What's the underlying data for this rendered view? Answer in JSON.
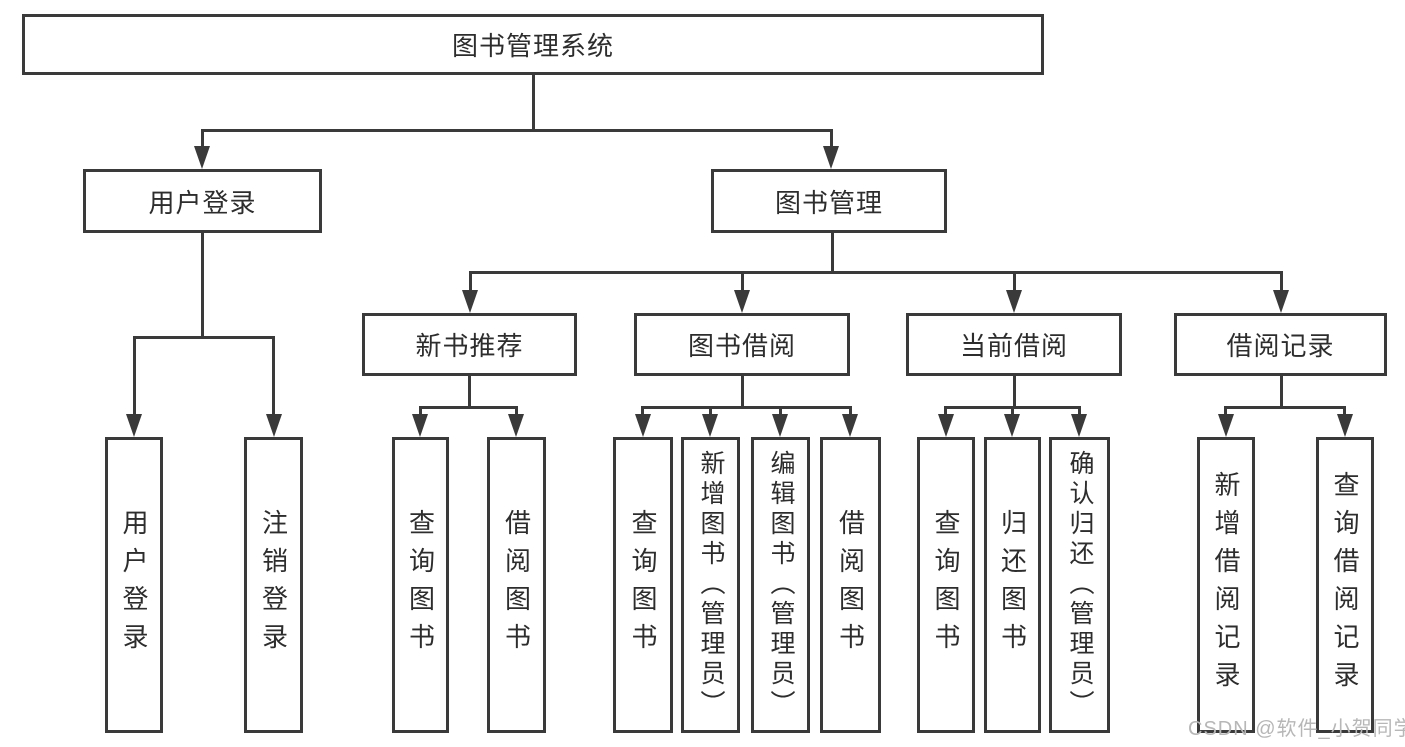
{
  "diagram_type": "tree",
  "colors": {
    "line": "#3a3a3a",
    "node_text": "#2d2d2d",
    "background": "#ffffff",
    "watermark": "#b7b7b7"
  },
  "nodes": {
    "root": {
      "label": "图书管理系统"
    },
    "userLogin": {
      "label": "用户登录",
      "children": [
        "用户登录",
        "注销登录"
      ]
    },
    "bookMgmt": {
      "label": "图书管理"
    },
    "newBook": {
      "label": "新书推荐",
      "children": [
        "查询图书",
        "借阅图书"
      ]
    },
    "bookBorrow": {
      "label": "图书借阅",
      "children": [
        "查询图书",
        "新增图书（管理员）",
        "编辑图书（管理员）",
        "借阅图书"
      ]
    },
    "currentBorrow": {
      "label": "当前借阅",
      "children": [
        "查询图书",
        "归还图书",
        "确认归还（管理员）"
      ]
    },
    "borrowRecord": {
      "label": "借阅记录",
      "children": [
        "新增借阅记录",
        "查询借阅记录"
      ]
    }
  },
  "watermark": "CSDN @软件_小贺同学"
}
